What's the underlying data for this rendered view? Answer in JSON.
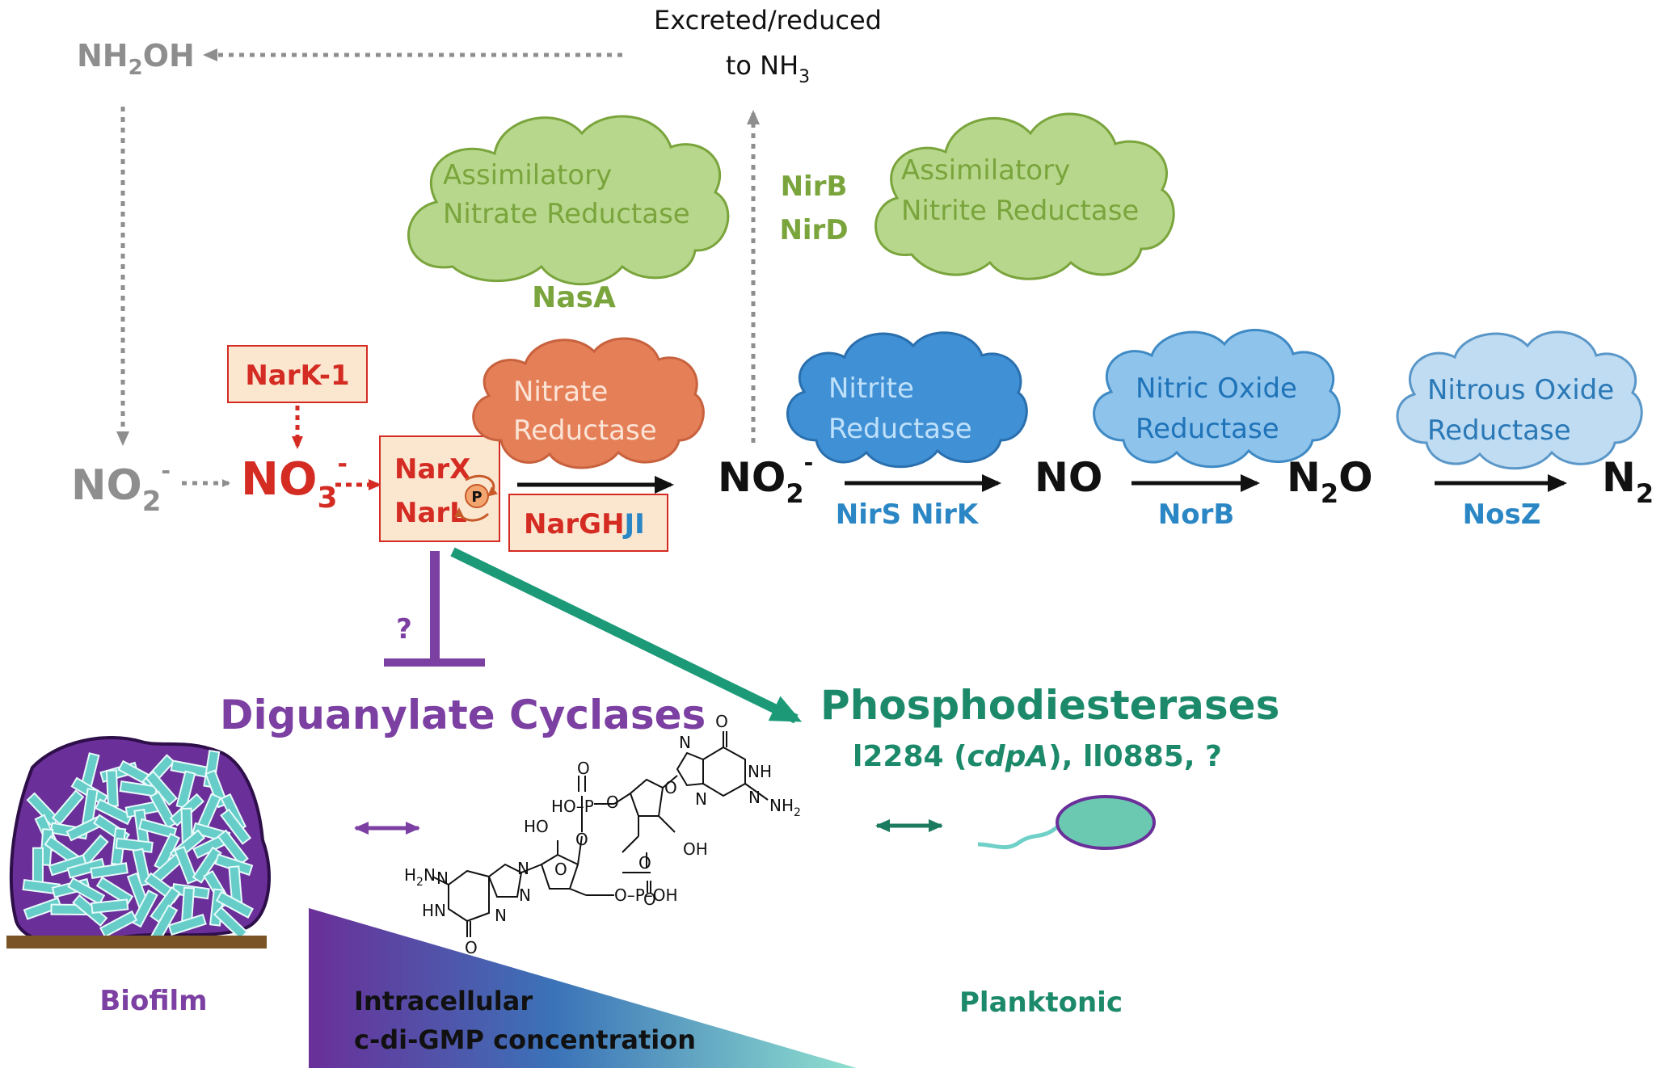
{
  "colors": {
    "grey": "#8e8e8e",
    "red": "#d42b23",
    "green": "#7aa43c",
    "cloud_green": "#b7d88c",
    "orange": "#e57f58",
    "blue_dark": "#3f90d4",
    "blue_mid": "#8ec3ec",
    "blue_light": "#bfdcf2",
    "purple": "#7c3fa2",
    "teal": "#1c8a6a",
    "bacteria": "#66cdc9",
    "box_fill": "#fbe7d0"
  },
  "top": {
    "nh2oh": {
      "main": "NH",
      "sub": "2",
      "tail": "OH"
    },
    "excreted_line1": "Excreted/reduced",
    "excreted_line2": "to NH",
    "excreted_sub": "3"
  },
  "clouds": {
    "assim_nitrate": {
      "line1": "Assimilatory",
      "line2": "Nitrate Reductase",
      "gene": "NasA"
    },
    "assim_nitrite": {
      "line1": "Assimilatory",
      "line2": "Nitrite Reductase"
    },
    "nirb": "NirB",
    "nird": "NirD",
    "nitrate_reductase": {
      "line1": "Nitrate",
      "line2": "Reductase"
    },
    "nitrite_reductase": {
      "line1": "Nitrite",
      "line2": "Reductase"
    },
    "nitric_oxide_reductase": {
      "line1": "Nitric Oxide",
      "line2": "Reductase"
    },
    "nitrous_oxide_reductase": {
      "line1": "Nitrous Oxide",
      "line2": "Reductase"
    }
  },
  "pathway": {
    "no2_left": {
      "main": "NO",
      "sub": "2",
      "sup": "-"
    },
    "no3": {
      "main": "NO",
      "sub": "3",
      "sup": "-"
    },
    "nark1": "NarK-1",
    "narx": "NarX",
    "narl": "NarL",
    "phospho": "P",
    "narghji_red": "NarGH",
    "narghji_blue": "JI",
    "no2_right": {
      "main": "NO",
      "sub": "2",
      "sup": "-"
    },
    "no": "NO",
    "n2o": {
      "main": "N",
      "sub": "2",
      "tail": "O"
    },
    "n2": {
      "main": "N",
      "sub": "2"
    },
    "nirs_nirk": "NirS NirK",
    "norb": "NorB",
    "nosz": "NosZ"
  },
  "regulation": {
    "question": "?",
    "diguanylate": "Diguanylate Cyclases",
    "phosphodiesterases": "Phosphodiesterases",
    "pde_genes_a": "l2284 (",
    "pde_genes_b": "cdpA",
    "pde_genes_c": "), ll0885, ?"
  },
  "bottom": {
    "biofilm": "Biofilm",
    "planktonic": "Planktonic",
    "gradient_line1": "Intracellular",
    "gradient_line2": "c-di-GMP concentration"
  },
  "molecule": {
    "ho_p": "HO–P",
    "o": "O",
    "ho": "HO",
    "oh": "OH",
    "nh": "NH",
    "nh2": "NH",
    "h2n": "H",
    "n": "N",
    "hn": "HN",
    "o_p_oh": "O–P–OH"
  }
}
